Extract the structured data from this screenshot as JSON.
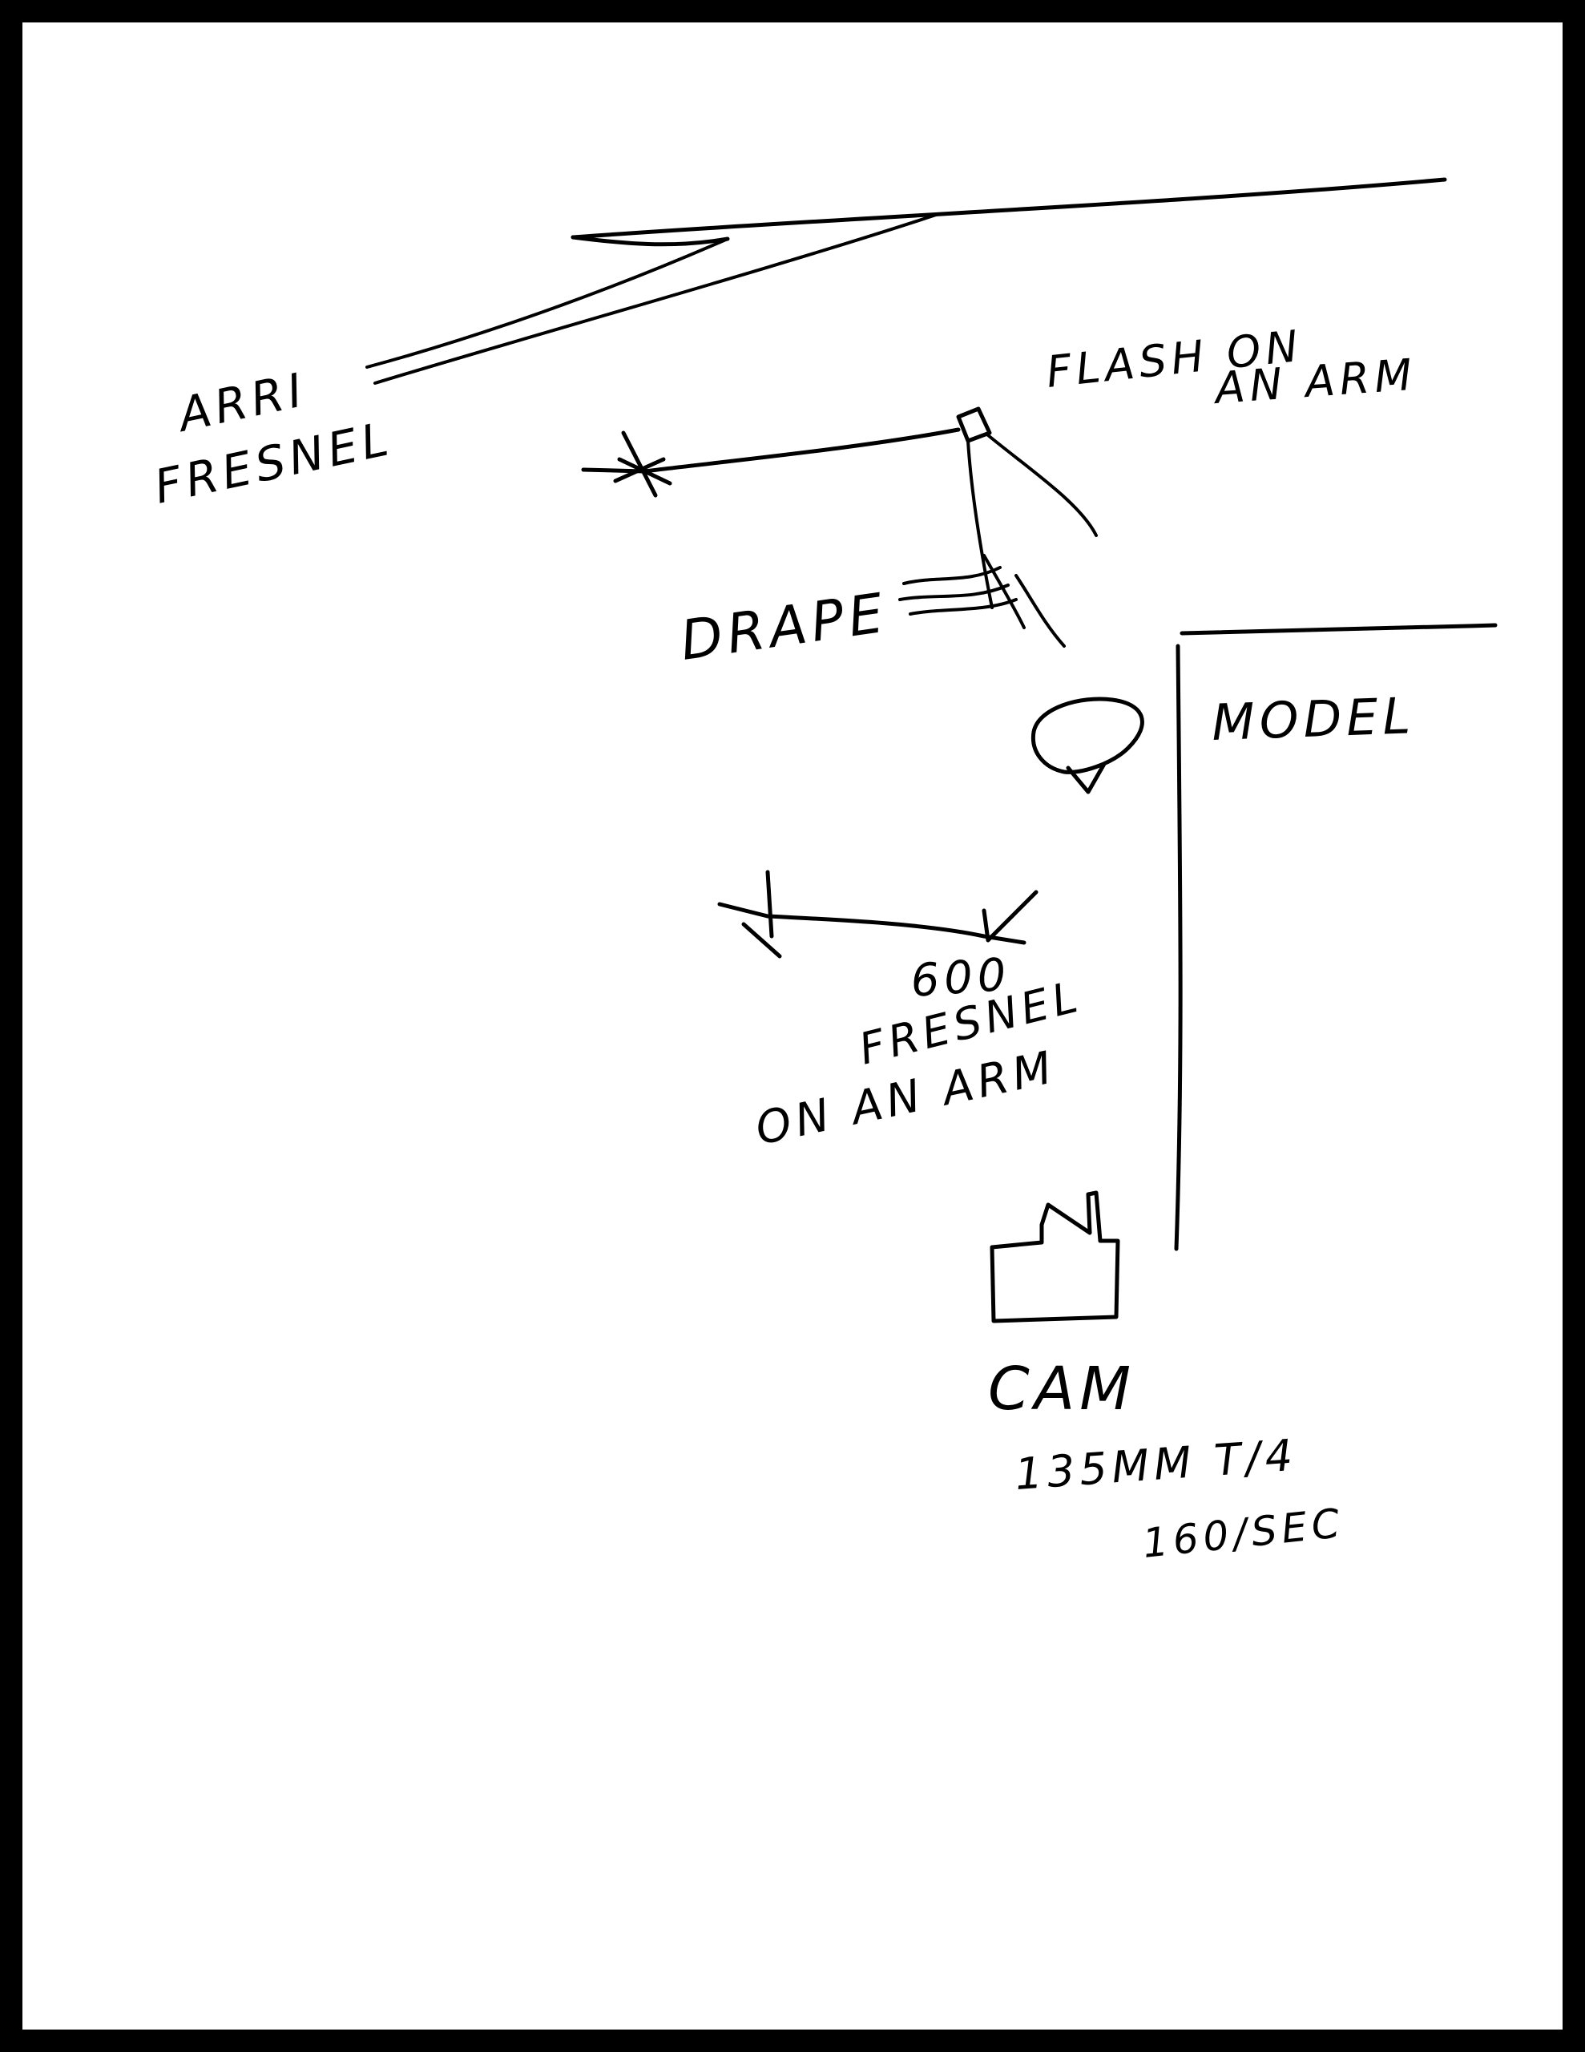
{
  "labels": {
    "arri_line1": "ARRI",
    "arri_line2": "FRESNEL",
    "flash_line1": "FLASH ON",
    "flash_line2": "AN ARM",
    "drape": "DRAPE",
    "model": "MODEL",
    "fresnel600_line1": "600",
    "fresnel600_line2": "FRESNEL",
    "fresnel600_line3": "ON AN ARM",
    "cam": "CAM",
    "lens": "135MM T/4",
    "shutter": "160/SEC"
  }
}
